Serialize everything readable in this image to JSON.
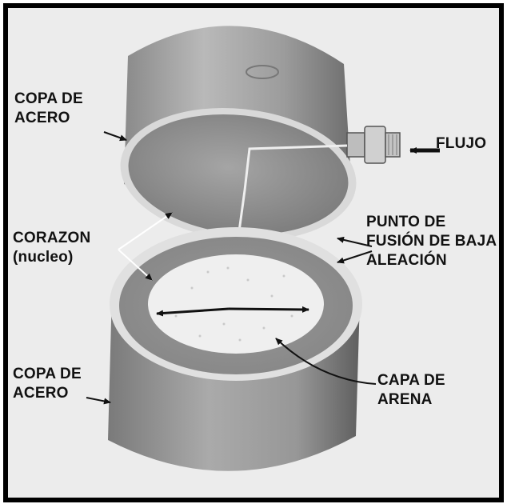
{
  "labels": {
    "top_cup": [
      "COPA DE",
      "ACERO"
    ],
    "bottom_cup": [
      "COPA DE",
      "ACERO"
    ],
    "flow": "FLUJO",
    "core": [
      "CORAZON",
      "(nucleo)"
    ],
    "fusion_point": [
      "PUNTO DE",
      "FUSIÓN DE BAJA",
      "ALEACIÓN"
    ],
    "sand_layer": [
      "CAPA DE",
      "ARENA"
    ]
  }
}
